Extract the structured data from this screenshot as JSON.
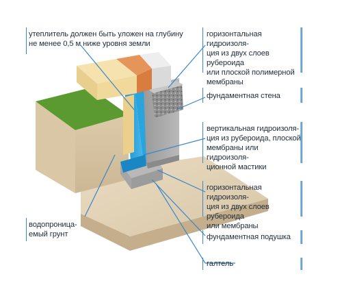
{
  "labels": {
    "insulation_depth": "утеплитель должен быть уложен на глубину\nне менее 0,5 м ниже уровня земли",
    "horizontal_waterproofing_top": "горизонтальная гидроизоля-\nция из двух слоев рубероида\nили плоской полимерной\nмембраны",
    "foundation_wall": "фундаментная стена",
    "vertical_waterproofing": "вертикальная гидроизоля-\nция из рубероида, плоской\nмембраны или гидроизоля-\nционной мастики",
    "horizontal_waterproofing_bottom": "горизонтальная гидроизоля-\nция из двух слоев рубероида\nили мембраны",
    "permeable_soil": "водопроница-\nемый грунт",
    "foundation_cushion": "фундаментная подушка",
    "fillet": "галтель"
  },
  "colors": {
    "leader_line": "#3a86c8",
    "soil": "#e3d3b8",
    "soil_side": "#c9b596",
    "grass": "#4f8f2a",
    "concrete": "#a9a9a9",
    "insulation": "#2aa4dc",
    "timber": "#f0d79a",
    "brick": "#e2884a"
  }
}
